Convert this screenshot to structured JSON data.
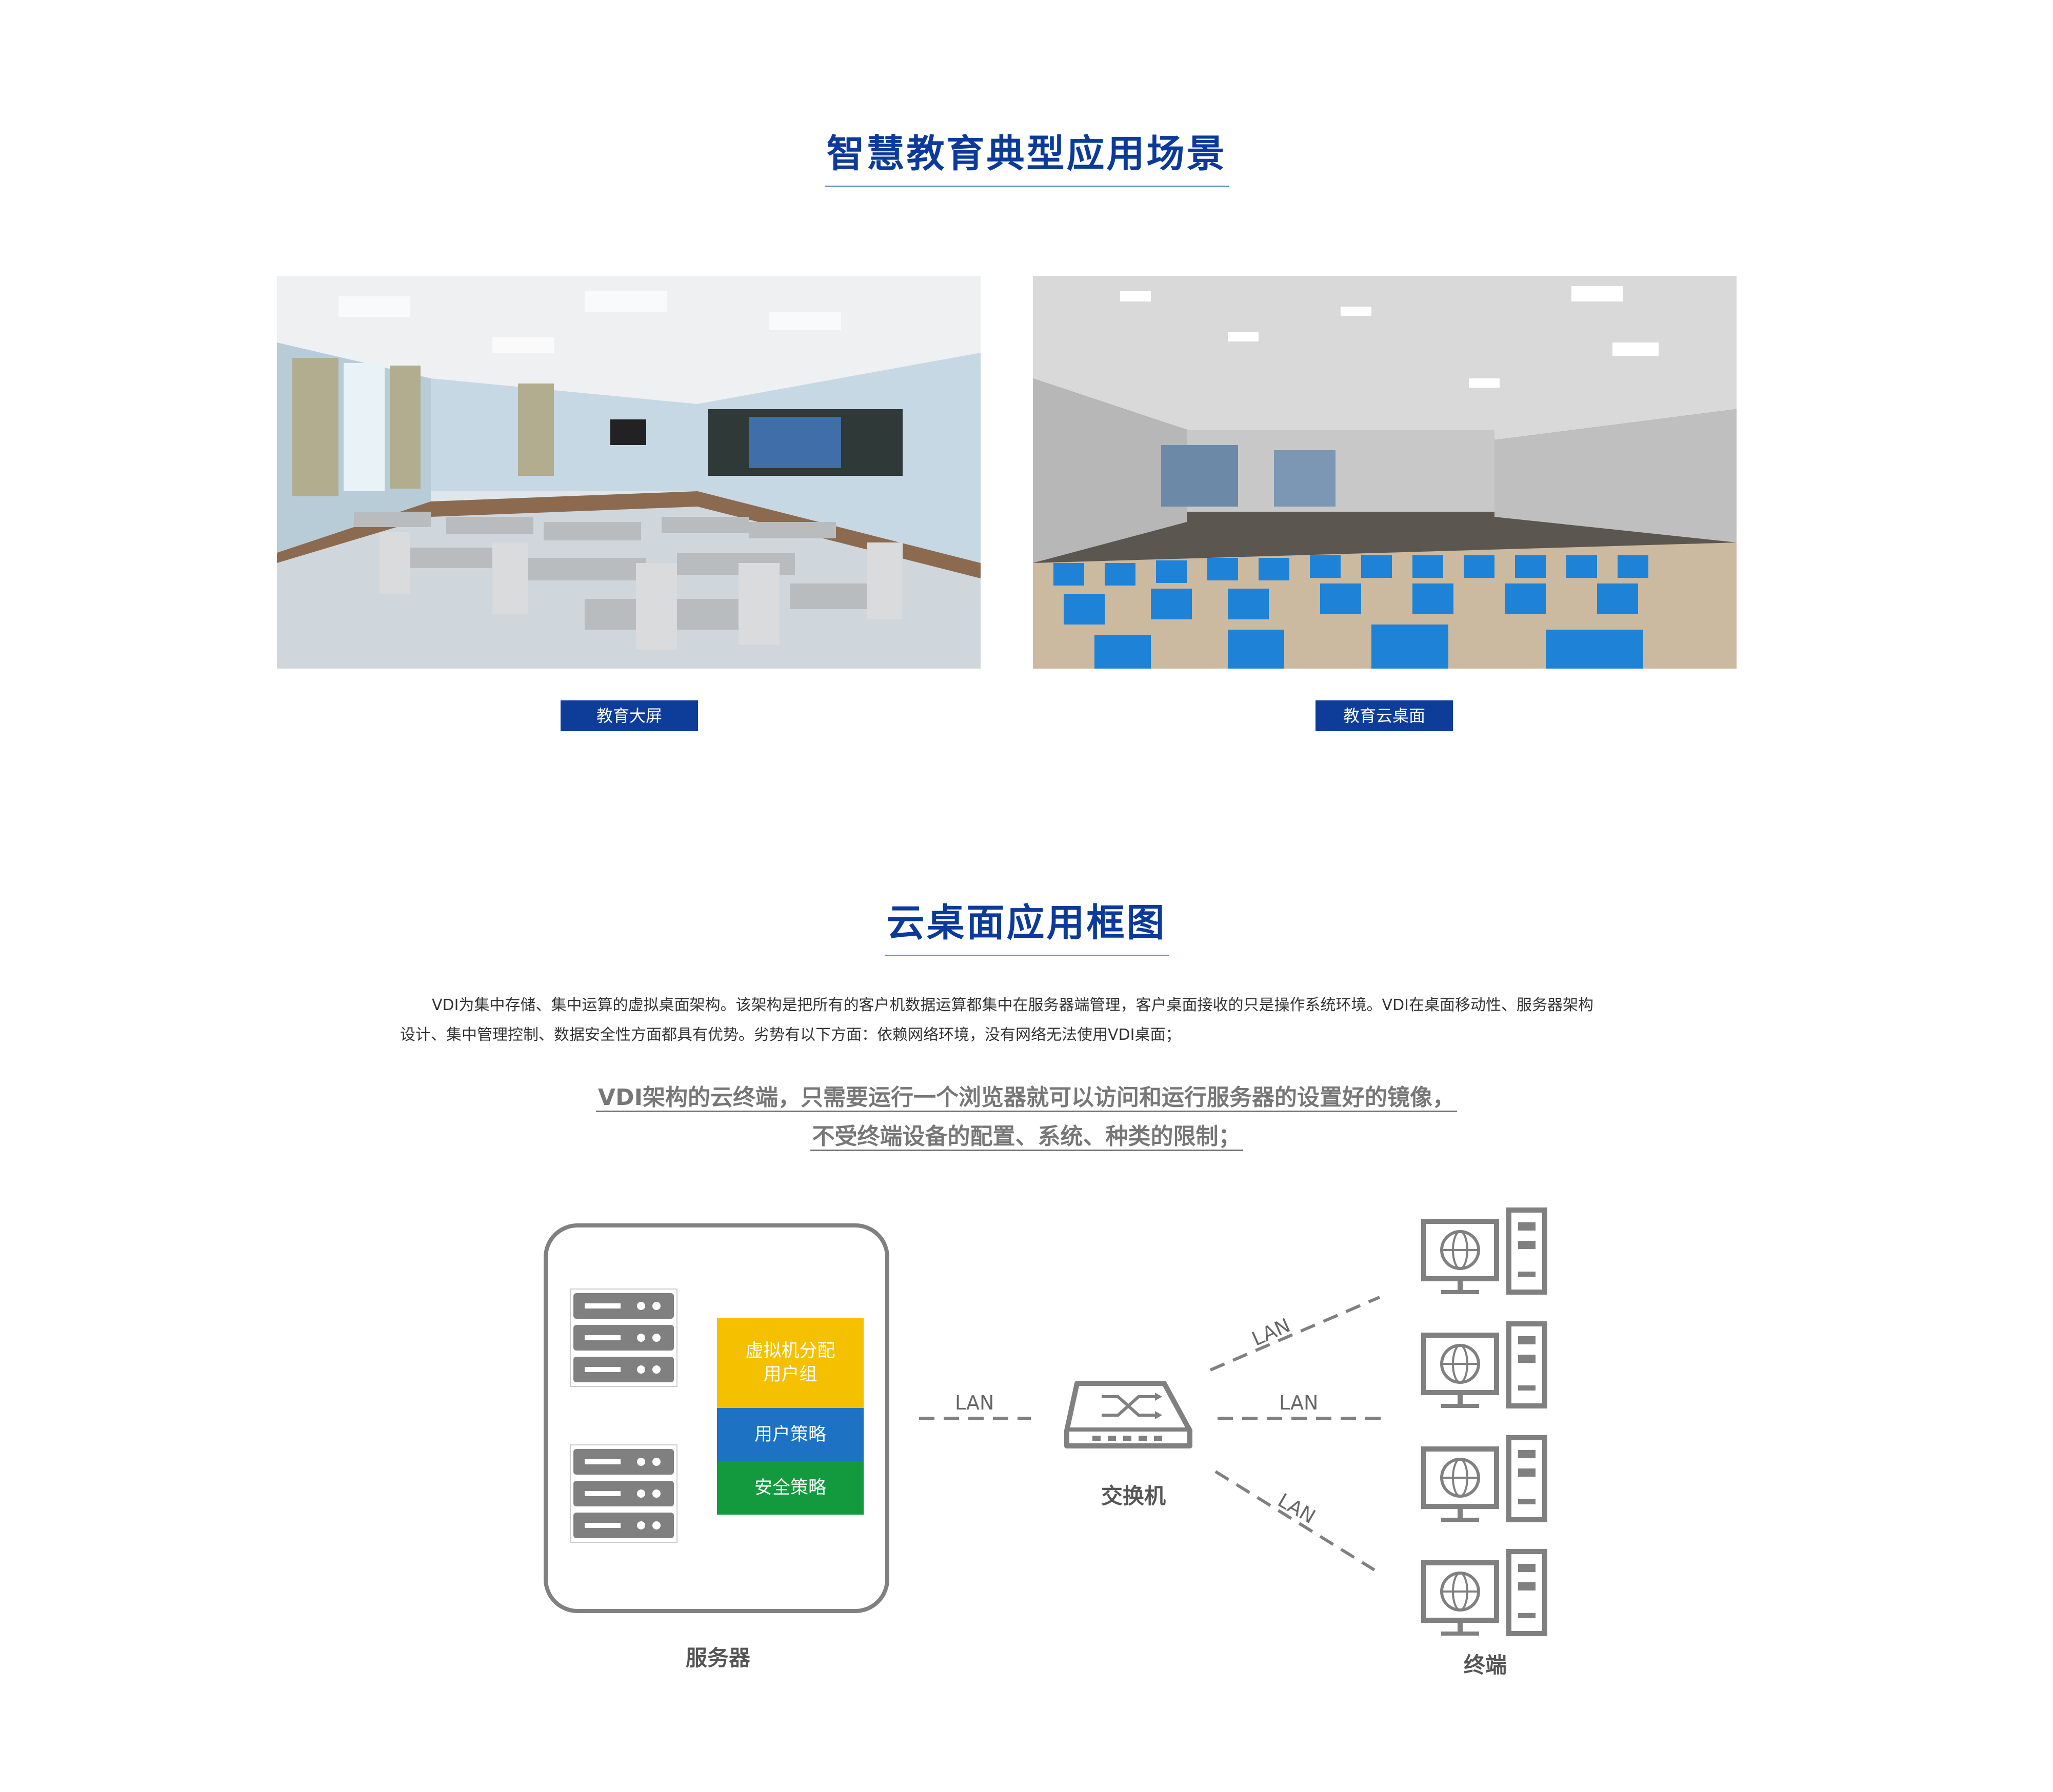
{
  "section1": {
    "title": "智慧教育典型应用场景"
  },
  "photos": [
    {
      "caption": "教育大屏"
    },
    {
      "caption": "教育云桌面"
    }
  ],
  "section2": {
    "title": "云桌面应用框图"
  },
  "intro": {
    "line1": "VDI为集中存储、集中运算的虚拟桌面架构。该架构是把所有的客户机数据运算都集中在服务器端管理，客户桌面接收的只是操作系统环境。VDI在桌面移动性、服务器架构",
    "line2": "设计、集中管理控制、数据安全性方面都具有优势。劣势有以下方面：依赖网络环境，没有网络无法使用VDI桌面；"
  },
  "highlight": {
    "line1": "VDI架构的云终端，只需要运行一个浏览器就可以访问和运行服务器的设置好的镜像，",
    "line2": "不受终端设备的配置、系统、种类的限制；"
  },
  "diagram": {
    "server_label": "服务器",
    "switch_label": "交换机",
    "terminal_label": "终端",
    "lan_label": "LAN",
    "vm_block": {
      "line1": "虚拟机分配",
      "line2": "用户组",
      "color": "#f5c000"
    },
    "user_policy": {
      "label": "用户策略",
      "color": "#1d72c4"
    },
    "security_policy": {
      "label": "安全策略",
      "color": "#139a3e"
    },
    "icon_color": "#808080"
  }
}
